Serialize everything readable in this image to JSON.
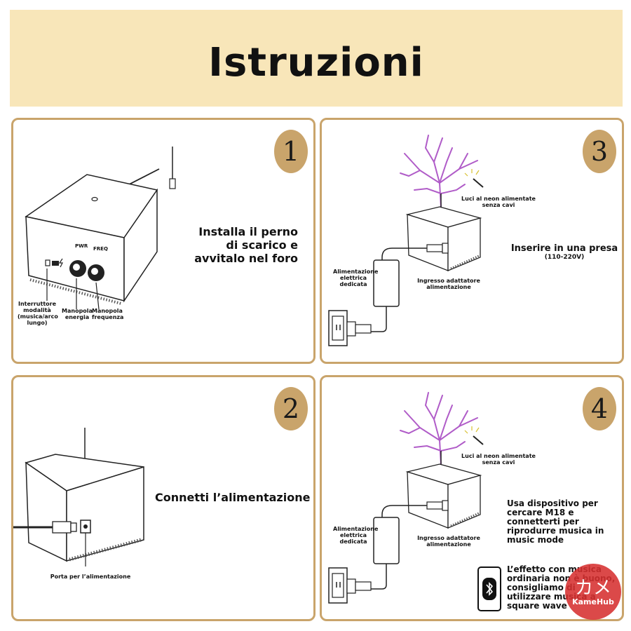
{
  "header": {
    "title": "Istruzioni"
  },
  "colors": {
    "banner": "#f8e6b9",
    "accent": "#c9a46b",
    "arc": "#b05cc8"
  },
  "steps": {
    "s1": {
      "number": "1",
      "instruction": [
        "Installa il perno",
        "di scarico e",
        "avvitalo nel foro"
      ],
      "labels": {
        "switch": [
          "Interruttore",
          "modalità",
          "(musica/arco",
          "lungo)"
        ],
        "power_knob": [
          "Manopola",
          "energia"
        ],
        "freq_knob": [
          "Manopola",
          "frequenza"
        ],
        "pwr": "PWR",
        "freq": "FREQ"
      }
    },
    "s2": {
      "number": "2",
      "instruction": "Connetti l’alimentazione",
      "labels": {
        "port": "Porta per l’alimentazione"
      }
    },
    "s3": {
      "number": "3",
      "instruction": "Inserire in una presa",
      "voltage": "(110-220V)",
      "labels": {
        "neon": [
          "Luci al neon alimentate",
          "senza cavi"
        ],
        "supply": [
          "Alimentazione",
          "elettrica",
          "dedicata"
        ],
        "adapter": [
          "Ingresso adattatore",
          "alimentazione"
        ]
      }
    },
    "s4": {
      "number": "4",
      "instruction": [
        "Usa dispositivo per",
        "cercare M18 e",
        "connetterti per",
        "riprodurre musica in",
        "music mode"
      ],
      "note": [
        "L’effetto con musica",
        "ordinaria non è buono,",
        "consigliamo di",
        "utilizzare musica a",
        "square wave"
      ],
      "labels": {
        "neon": [
          "Luci al neon alimentate",
          "senza cavi"
        ],
        "supply": [
          "Alimentazione",
          "elettrica",
          "dedicata"
        ],
        "adapter": [
          "Ingresso adattatore",
          "alimentazione"
        ]
      }
    }
  },
  "watermark": {
    "jp": "カメ",
    "name": "KameHub"
  }
}
